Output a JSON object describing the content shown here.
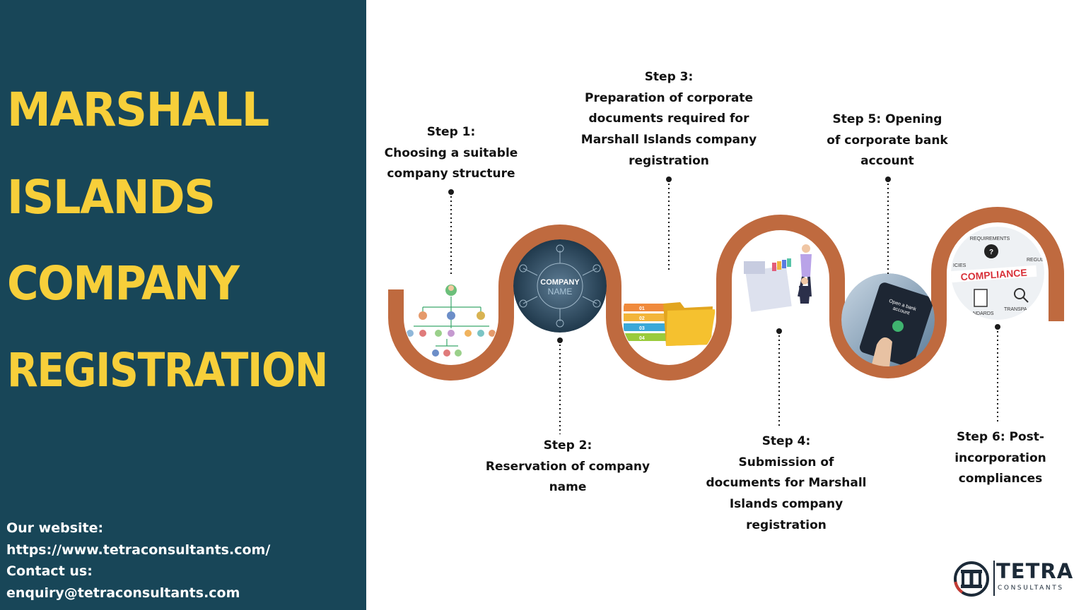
{
  "title": {
    "lines": [
      "MARSHALL",
      "ISLANDS",
      "COMPANY",
      "REGISTRATION"
    ]
  },
  "contact": {
    "website_label": "Our website:",
    "website_url": "https://www.tetraconsultants.com/",
    "contact_label": "Contact us:",
    "email": "enquiry@tetraconsultants.com"
  },
  "steps": [
    {
      "lines": [
        "Step 1:",
        "Choosing a suitable",
        "company structure"
      ]
    },
    {
      "lines": [
        "Step 2:",
        "Reservation of company",
        "name"
      ]
    },
    {
      "lines": [
        "Step 3:",
        "Preparation of corporate",
        "documents required for",
        "Marshall Islands company",
        "registration"
      ]
    },
    {
      "lines": [
        "Step 4:",
        "Submission of",
        "documents for Marshall",
        "Islands company",
        "registration"
      ]
    },
    {
      "lines": [
        "Step 5: Opening",
        "of corporate bank",
        "account"
      ]
    },
    {
      "lines": [
        "Step 6: Post-",
        "incorporation",
        "compliances"
      ]
    }
  ],
  "images": {
    "company_name": [
      "COMPANY",
      "NAME"
    ],
    "folder_tabs": [
      "01",
      "02",
      "03",
      "04"
    ],
    "bank_phone": [
      "Open a bank",
      "account"
    ],
    "compliance": {
      "banner": "COMPLIANCE",
      "words": [
        "REQUIREMENTS",
        "REGULATI",
        "ICIES",
        "NDARDS",
        "TRANSPA"
      ]
    }
  },
  "logo": {
    "word": "TETRA",
    "sub": "CONSULTANTS"
  },
  "colors": {
    "panel": "#184658",
    "title": "#f7cf3a",
    "path": "#bf6a3f",
    "connector": "#1a1a1a"
  }
}
